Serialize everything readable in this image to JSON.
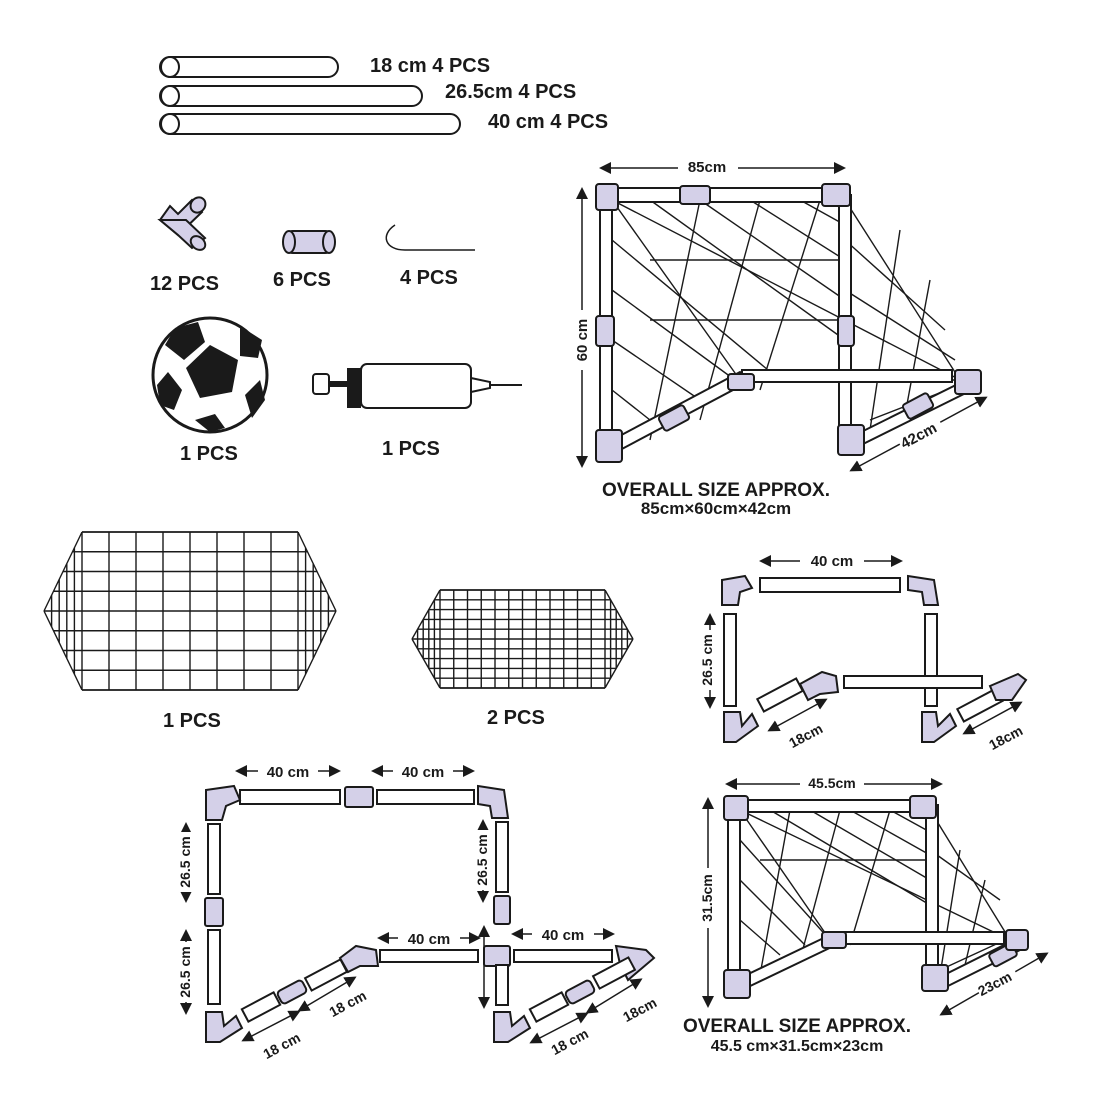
{
  "rods": [
    {
      "label": "18 cm 4 PCS"
    },
    {
      "label": "26.5cm 4 PCS"
    },
    {
      "label": "40 cm 4 PCS"
    }
  ],
  "parts": {
    "elbow_qty": "12 PCS",
    "connector_qty": "6 PCS",
    "stake_qty": "4 PCS",
    "ball_qty": "1 PCS",
    "pump_qty": "1 PCS",
    "net_large_qty": "1 PCS",
    "net_small_qty": "2 PCS"
  },
  "large_goal": {
    "width": "85cm",
    "height": "60 cm",
    "depth": "42cm",
    "overall_title": "OVERALL SIZE APPROX.",
    "overall_dims": "85cm×60cm×42cm"
  },
  "small_assembly": {
    "top": "40 cm",
    "side": "26.5 cm",
    "depth_left": "18cm",
    "depth_right": "18cm"
  },
  "large_assembly": {
    "top_left": "40 cm",
    "top_right": "40 cm",
    "side_left_upper": "26.5 cm",
    "side_left_lower": "26.5 cm",
    "side_right": "26.5 cm",
    "back_left": "40 cm",
    "back_right": "40 cm",
    "depth_a": "18 cm",
    "depth_b": "18 cm",
    "depth_c": "18 cm",
    "depth_d": "18cm"
  },
  "small_goal": {
    "width": "45.5cm",
    "height": "31.5cm",
    "depth": "23cm",
    "overall_title": "OVERALL SIZE APPROX.",
    "overall_dims": "45.5 cm×31.5cm×23cm"
  }
}
